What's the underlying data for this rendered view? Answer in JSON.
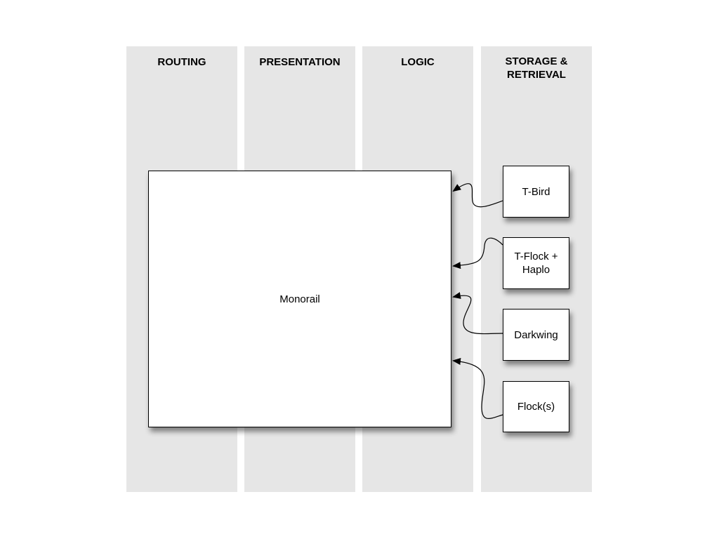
{
  "lanes": [
    {
      "title": "ROUTING"
    },
    {
      "title": "PRESENTATION"
    },
    {
      "title": "LOGIC"
    },
    {
      "title": "STORAGE &\nRETRIEVAL"
    }
  ],
  "nodes": {
    "monorail": "Monorail",
    "tbird": "T-Bird",
    "tflock": "T-Flock +\nHaplo",
    "darkwing": "Darkwing",
    "flocks": "Flock(s)"
  },
  "edges": [
    {
      "from": "T-Bird",
      "to": "Monorail"
    },
    {
      "from": "T-Flock +\nHaplo",
      "to": "Monorail"
    },
    {
      "from": "Darkwing",
      "to": "Monorail"
    },
    {
      "from": "Flock(s)",
      "to": "Monorail"
    }
  ],
  "colors": {
    "lane": "#e6e6e6",
    "box": "#ffffff",
    "stroke": "#000000"
  }
}
